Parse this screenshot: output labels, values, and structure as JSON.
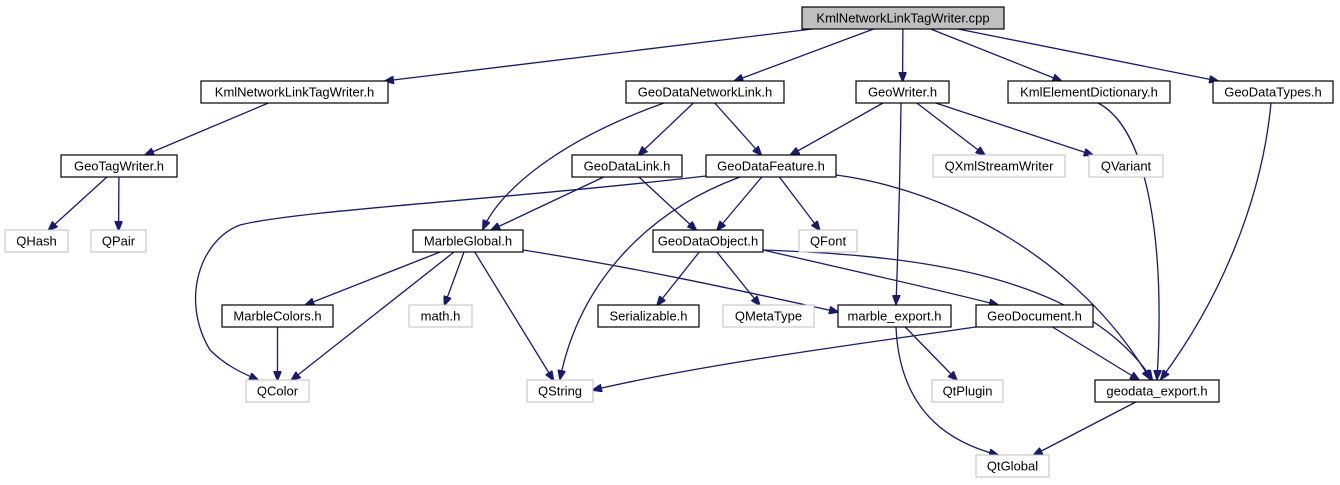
{
  "title": "KmlNetworkLinkTagWriter.cpp",
  "colors": {
    "edge": "#191970",
    "node_border_internal": "#000000",
    "node_border_external": "#bfbfbf",
    "root_fill": "#bfbfbf",
    "node_fill": "#ffffff"
  },
  "nodes": [
    {
      "id": "root",
      "label": "KmlNetworkLinkTagWriter.cpp",
      "kind": "root"
    },
    {
      "id": "kmlnltw_h",
      "label": "KmlNetworkLinkTagWriter.h",
      "kind": "internal"
    },
    {
      "id": "gdnl_h",
      "label": "GeoDataNetworkLink.h",
      "kind": "internal"
    },
    {
      "id": "geowriter_h",
      "label": "GeoWriter.h",
      "kind": "internal"
    },
    {
      "id": "kmled_h",
      "label": "KmlElementDictionary.h",
      "kind": "internal"
    },
    {
      "id": "gdtypes_h",
      "label": "GeoDataTypes.h",
      "kind": "internal"
    },
    {
      "id": "geotagwriter_h",
      "label": "GeoTagWriter.h",
      "kind": "internal"
    },
    {
      "id": "gdlink_h",
      "label": "GeoDataLink.h",
      "kind": "internal"
    },
    {
      "id": "gdfeature_h",
      "label": "GeoDataFeature.h",
      "kind": "internal"
    },
    {
      "id": "qxml",
      "label": "QXmlStreamWriter",
      "kind": "external"
    },
    {
      "id": "qvariant",
      "label": "QVariant",
      "kind": "external"
    },
    {
      "id": "qhash",
      "label": "QHash",
      "kind": "external"
    },
    {
      "id": "qpair",
      "label": "QPair",
      "kind": "external"
    },
    {
      "id": "marbleglobal_h",
      "label": "MarbleGlobal.h",
      "kind": "internal"
    },
    {
      "id": "gdobject_h",
      "label": "GeoDataObject.h",
      "kind": "internal"
    },
    {
      "id": "qfont",
      "label": "QFont",
      "kind": "external"
    },
    {
      "id": "marblecolors_h",
      "label": "MarbleColors.h",
      "kind": "internal"
    },
    {
      "id": "math_h",
      "label": "math.h",
      "kind": "external"
    },
    {
      "id": "serializable_h",
      "label": "Serializable.h",
      "kind": "internal"
    },
    {
      "id": "qmetatype",
      "label": "QMetaType",
      "kind": "external"
    },
    {
      "id": "marble_export_h",
      "label": "marble_export.h",
      "kind": "internal"
    },
    {
      "id": "geodocument_h",
      "label": "GeoDocument.h",
      "kind": "internal"
    },
    {
      "id": "qcolor",
      "label": "QColor",
      "kind": "external"
    },
    {
      "id": "qstring",
      "label": "QString",
      "kind": "external"
    },
    {
      "id": "qtplugin",
      "label": "QtPlugin",
      "kind": "external"
    },
    {
      "id": "geodata_export_h",
      "label": "geodata_export.h",
      "kind": "internal"
    },
    {
      "id": "qtglobal",
      "label": "QtGlobal",
      "kind": "external"
    }
  ],
  "edges": [
    [
      "root",
      "kmlnltw_h"
    ],
    [
      "root",
      "gdnl_h"
    ],
    [
      "root",
      "geowriter_h"
    ],
    [
      "root",
      "kmled_h"
    ],
    [
      "root",
      "gdtypes_h"
    ],
    [
      "kmlnltw_h",
      "geotagwriter_h"
    ],
    [
      "geotagwriter_h",
      "qhash"
    ],
    [
      "geotagwriter_h",
      "qpair"
    ],
    [
      "gdnl_h",
      "gdlink_h"
    ],
    [
      "gdnl_h",
      "gdfeature_h"
    ],
    [
      "gdnl_h",
      "marbleglobal_h"
    ],
    [
      "geowriter_h",
      "gdfeature_h"
    ],
    [
      "geowriter_h",
      "qxml"
    ],
    [
      "geowriter_h",
      "qvariant"
    ],
    [
      "geowriter_h",
      "marble_export_h"
    ],
    [
      "kmled_h",
      "geodata_export_h"
    ],
    [
      "gdtypes_h",
      "geodata_export_h"
    ],
    [
      "gdlink_h",
      "marbleglobal_h"
    ],
    [
      "gdlink_h",
      "gdobject_h"
    ],
    [
      "gdfeature_h",
      "gdobject_h"
    ],
    [
      "gdfeature_h",
      "qfont"
    ],
    [
      "gdfeature_h",
      "qcolor"
    ],
    [
      "gdfeature_h",
      "qstring"
    ],
    [
      "gdfeature_h",
      "geodata_export_h"
    ],
    [
      "marbleglobal_h",
      "marblecolors_h"
    ],
    [
      "marbleglobal_h",
      "qcolor"
    ],
    [
      "marbleglobal_h",
      "math_h"
    ],
    [
      "marbleglobal_h",
      "qstring"
    ],
    [
      "marbleglobal_h",
      "marble_export_h"
    ],
    [
      "gdobject_h",
      "serializable_h"
    ],
    [
      "gdobject_h",
      "qmetatype"
    ],
    [
      "gdobject_h",
      "geodocument_h"
    ],
    [
      "gdobject_h",
      "geodata_export_h"
    ],
    [
      "marblecolors_h",
      "qcolor"
    ],
    [
      "marble_export_h",
      "qtplugin"
    ],
    [
      "marble_export_h",
      "qtglobal"
    ],
    [
      "geodocument_h",
      "qstring"
    ],
    [
      "geodocument_h",
      "geodata_export_h"
    ],
    [
      "geodata_export_h",
      "qtglobal"
    ]
  ]
}
